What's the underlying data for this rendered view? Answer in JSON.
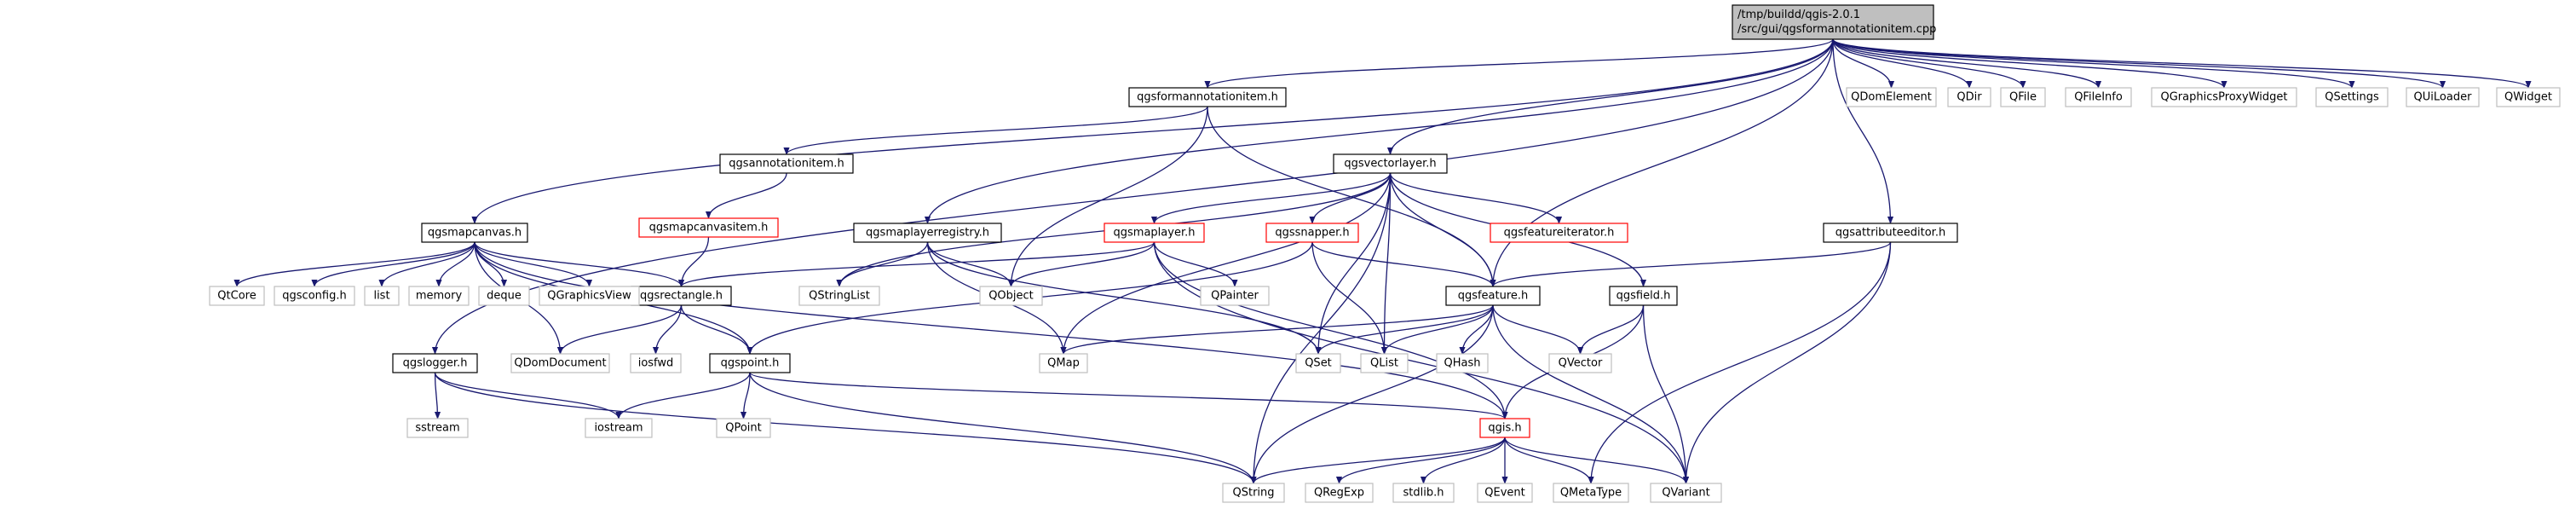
{
  "colors": {
    "edge": "#191970",
    "node_border_default": "#000000",
    "node_border_truncated": "#ff0000",
    "node_border_external": "#bfbfbf",
    "root_fill": "#bfbfbf",
    "node_fill": "#ffffff"
  },
  "nodes": [
    {
      "id": "root",
      "label": "/tmp/buildd/qgis-2.0.1\n/src/gui/qgsformannotationitem.cpp",
      "kind": "root"
    },
    {
      "id": "qgsformannotationitem_h",
      "label": "qgsformannotationitem.h",
      "kind": "default"
    },
    {
      "id": "qgsannotationitem_h",
      "label": "qgsannotationitem.h",
      "kind": "default"
    },
    {
      "id": "qgsmapcanvasitem_h",
      "label": "qgsmapcanvasitem.h",
      "kind": "truncated"
    },
    {
      "id": "qgsmapcanvas_h",
      "label": "qgsmapcanvas.h",
      "kind": "default"
    },
    {
      "id": "qgsmaplayerregistry_h",
      "label": "qgsmaplayerregistry.h",
      "kind": "default"
    },
    {
      "id": "qgsvectorlayer_h",
      "label": "qgsvectorlayer.h",
      "kind": "default"
    },
    {
      "id": "qgsmaplayer_h",
      "label": "qgsmaplayer.h",
      "kind": "truncated"
    },
    {
      "id": "qgssnapper_h",
      "label": "qgssnapper.h",
      "kind": "truncated"
    },
    {
      "id": "qgsfeatureiterator_h",
      "label": "qgsfeatureiterator.h",
      "kind": "truncated"
    },
    {
      "id": "qgsattributeeditor_h",
      "label": "qgsattributeeditor.h",
      "kind": "default"
    },
    {
      "id": "qgsrectangle_h",
      "label": "qgsrectangle.h",
      "kind": "default"
    },
    {
      "id": "qgsfeature_h",
      "label": "qgsfeature.h",
      "kind": "default"
    },
    {
      "id": "qgsfield_h",
      "label": "qgsfield.h",
      "kind": "default"
    },
    {
      "id": "qgslogger_h",
      "label": "qgslogger.h",
      "kind": "default"
    },
    {
      "id": "qgspoint_h",
      "label": "qgspoint.h",
      "kind": "default"
    },
    {
      "id": "qgis_h",
      "label": "qgis.h",
      "kind": "truncated"
    },
    {
      "id": "QDomElement",
      "label": "QDomElement",
      "kind": "external"
    },
    {
      "id": "QDir",
      "label": "QDir",
      "kind": "external"
    },
    {
      "id": "QFile",
      "label": "QFile",
      "kind": "external"
    },
    {
      "id": "QFileInfo",
      "label": "QFileInfo",
      "kind": "external"
    },
    {
      "id": "QGraphicsProxyWidget",
      "label": "QGraphicsProxyWidget",
      "kind": "external"
    },
    {
      "id": "QSettings",
      "label": "QSettings",
      "kind": "external"
    },
    {
      "id": "QUiLoader",
      "label": "QUiLoader",
      "kind": "external"
    },
    {
      "id": "QWidget",
      "label": "QWidget",
      "kind": "external"
    },
    {
      "id": "QtCore",
      "label": "QtCore",
      "kind": "external"
    },
    {
      "id": "qgsconfig_h",
      "label": "qgsconfig.h",
      "kind": "external"
    },
    {
      "id": "list",
      "label": "list",
      "kind": "external"
    },
    {
      "id": "memory",
      "label": "memory",
      "kind": "external"
    },
    {
      "id": "deque",
      "label": "deque",
      "kind": "external"
    },
    {
      "id": "QGraphicsView",
      "label": "QGraphicsView",
      "kind": "external"
    },
    {
      "id": "QStringList",
      "label": "QStringList",
      "kind": "external"
    },
    {
      "id": "QObject",
      "label": "QObject",
      "kind": "external"
    },
    {
      "id": "QPainter",
      "label": "QPainter",
      "kind": "external"
    },
    {
      "id": "QDomDocument",
      "label": "QDomDocument",
      "kind": "external"
    },
    {
      "id": "iosfwd",
      "label": "iosfwd",
      "kind": "external"
    },
    {
      "id": "QMap",
      "label": "QMap",
      "kind": "external"
    },
    {
      "id": "QSet",
      "label": "QSet",
      "kind": "external"
    },
    {
      "id": "QList",
      "label": "QList",
      "kind": "external"
    },
    {
      "id": "QHash",
      "label": "QHash",
      "kind": "external"
    },
    {
      "id": "QVector",
      "label": "QVector",
      "kind": "external"
    },
    {
      "id": "sstream",
      "label": "sstream",
      "kind": "external"
    },
    {
      "id": "iostream",
      "label": "iostream",
      "kind": "external"
    },
    {
      "id": "QPoint",
      "label": "QPoint",
      "kind": "external"
    },
    {
      "id": "QString",
      "label": "QString",
      "kind": "external"
    },
    {
      "id": "QRegExp",
      "label": "QRegExp",
      "kind": "external"
    },
    {
      "id": "stdlib_h",
      "label": "stdlib.h",
      "kind": "external"
    },
    {
      "id": "QEvent",
      "label": "QEvent",
      "kind": "external"
    },
    {
      "id": "QMetaType",
      "label": "QMetaType",
      "kind": "external"
    },
    {
      "id": "QVariant",
      "label": "QVariant",
      "kind": "external"
    }
  ],
  "edges": [
    [
      "root",
      "QDomElement"
    ],
    [
      "root",
      "QDir"
    ],
    [
      "root",
      "QFile"
    ],
    [
      "root",
      "QFileInfo"
    ],
    [
      "root",
      "QGraphicsProxyWidget"
    ],
    [
      "root",
      "QSettings"
    ],
    [
      "root",
      "QUiLoader"
    ],
    [
      "root",
      "QWidget"
    ],
    [
      "root",
      "qgsformannotationitem_h"
    ],
    [
      "root",
      "qgsmapcanvas_h"
    ],
    [
      "root",
      "qgsmaplayerregistry_h"
    ],
    [
      "root",
      "qgsvectorlayer_h"
    ],
    [
      "root",
      "qgsattributeeditor_h"
    ],
    [
      "root",
      "qgslogger_h"
    ],
    [
      "root",
      "qgsfeature_h"
    ],
    [
      "qgsformannotationitem_h",
      "qgsannotationitem_h"
    ],
    [
      "qgsformannotationitem_h",
      "qgsfeature_h"
    ],
    [
      "qgsformannotationitem_h",
      "QObject"
    ],
    [
      "qgsannotationitem_h",
      "qgsmapcanvasitem_h"
    ],
    [
      "qgsmapcanvasitem_h",
      "qgsrectangle_h"
    ],
    [
      "qgsmapcanvas_h",
      "QtCore"
    ],
    [
      "qgsmapcanvas_h",
      "qgsconfig_h"
    ],
    [
      "qgsmapcanvas_h",
      "list"
    ],
    [
      "qgsmapcanvas_h",
      "memory"
    ],
    [
      "qgsmapcanvas_h",
      "deque"
    ],
    [
      "qgsmapcanvas_h",
      "QGraphicsView"
    ],
    [
      "qgsmapcanvas_h",
      "QDomDocument"
    ],
    [
      "qgsmapcanvas_h",
      "qgsrectangle_h"
    ],
    [
      "qgsmapcanvas_h",
      "qgspoint_h"
    ],
    [
      "qgsmapcanvas_h",
      "qgis_h"
    ],
    [
      "qgsmaplayerregistry_h",
      "QStringList"
    ],
    [
      "qgsmaplayerregistry_h",
      "QObject"
    ],
    [
      "qgsmaplayerregistry_h",
      "QMap"
    ],
    [
      "qgsmaplayerregistry_h",
      "QSet"
    ],
    [
      "qgsvectorlayer_h",
      "QStringList"
    ],
    [
      "qgsvectorlayer_h",
      "qgsmaplayer_h"
    ],
    [
      "qgsvectorlayer_h",
      "QMap"
    ],
    [
      "qgsvectorlayer_h",
      "QSet"
    ],
    [
      "qgsvectorlayer_h",
      "QList"
    ],
    [
      "qgsvectorlayer_h",
      "qgssnapper_h"
    ],
    [
      "qgsvectorlayer_h",
      "qgsfeatureiterator_h"
    ],
    [
      "qgsvectorlayer_h",
      "qgsfeature_h"
    ],
    [
      "qgsvectorlayer_h",
      "qgsfield_h"
    ],
    [
      "qgsvectorlayer_h",
      "QString"
    ],
    [
      "qgsmaplayer_h",
      "qgsrectangle_h"
    ],
    [
      "qgsmaplayer_h",
      "QObject"
    ],
    [
      "qgsmaplayer_h",
      "QPainter"
    ],
    [
      "qgsmaplayer_h",
      "qgis_h"
    ],
    [
      "qgsmaplayer_h",
      "QVariant"
    ],
    [
      "qgssnapper_h",
      "qgsfeature_h"
    ],
    [
      "qgssnapper_h",
      "qgspoint_h"
    ],
    [
      "qgssnapper_h",
      "QList"
    ],
    [
      "qgsattributeeditor_h",
      "qgsfeature_h"
    ],
    [
      "qgsattributeeditor_h",
      "QMetaType"
    ],
    [
      "qgsattributeeditor_h",
      "QVariant"
    ],
    [
      "qgsrectangle_h",
      "QDomDocument"
    ],
    [
      "qgsrectangle_h",
      "iosfwd"
    ],
    [
      "qgsrectangle_h",
      "qgspoint_h"
    ],
    [
      "qgsfeature_h",
      "QMap"
    ],
    [
      "qgsfeature_h",
      "QSet"
    ],
    [
      "qgsfeature_h",
      "QList"
    ],
    [
      "qgsfeature_h",
      "QHash"
    ],
    [
      "qgsfeature_h",
      "QVector"
    ],
    [
      "qgsfeature_h",
      "QString"
    ],
    [
      "qgsfeature_h",
      "QVariant"
    ],
    [
      "qgsfield_h",
      "QVector"
    ],
    [
      "qgsfield_h",
      "qgis_h"
    ],
    [
      "qgsfield_h",
      "QVariant"
    ],
    [
      "qgslogger_h",
      "sstream"
    ],
    [
      "qgslogger_h",
      "iostream"
    ],
    [
      "qgslogger_h",
      "QString"
    ],
    [
      "qgspoint_h",
      "iostream"
    ],
    [
      "qgspoint_h",
      "QPoint"
    ],
    [
      "qgspoint_h",
      "QString"
    ],
    [
      "qgspoint_h",
      "qgis_h"
    ],
    [
      "qgis_h",
      "QString"
    ],
    [
      "qgis_h",
      "QRegExp"
    ],
    [
      "qgis_h",
      "stdlib_h"
    ],
    [
      "qgis_h",
      "QEvent"
    ],
    [
      "qgis_h",
      "QMetaType"
    ],
    [
      "qgis_h",
      "QVariant"
    ]
  ]
}
